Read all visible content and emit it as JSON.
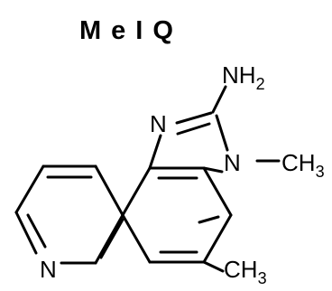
{
  "title": "MeIQ",
  "atoms": {
    "amine": {
      "main": "NH",
      "sub": "2"
    },
    "imidazole_n3": "N",
    "imidazole_n1": "N",
    "methyl_n": {
      "main": "CH",
      "sub": "3"
    },
    "methyl_c4": {
      "main": "CH",
      "sub": "3"
    },
    "pyridine_n": "N"
  },
  "colors": {
    "ink": "#000000",
    "background": "#ffffff"
  }
}
